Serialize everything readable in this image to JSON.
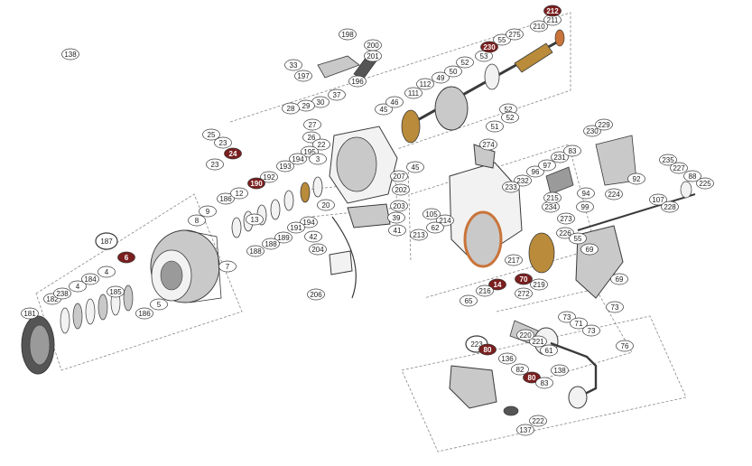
{
  "diagram": {
    "colors": {
      "line": "#3a3a3a",
      "leader": "#666666",
      "part_fill": "#f2f2f2",
      "part_shade": "#c9c9c9",
      "metal": "#9a9a9a",
      "dark_metal": "#555555",
      "gold": "#b98b3a",
      "orange": "#c9743a",
      "highlight_fill": "#7a1e1e",
      "dashed": "#888888"
    },
    "big_labels": [
      "187",
      "223"
    ],
    "highlighted_labels": [
      "212",
      "230",
      "24",
      "190",
      "6",
      "14",
      "70",
      "80",
      "80"
    ],
    "labels": [
      "198",
      "200",
      "201",
      "33",
      "197",
      "196",
      "37",
      "30",
      "29",
      "28",
      "27",
      "26",
      "25",
      "23",
      "24",
      "23",
      "22",
      "195",
      "194",
      "193",
      "192",
      "190",
      "194",
      "191",
      "189",
      "188",
      "186",
      "12",
      "13",
      "188",
      "20",
      "42",
      "39",
      "204",
      "41",
      "206",
      "203",
      "202",
      "207",
      "45",
      "45",
      "46",
      "111",
      "112",
      "49",
      "50",
      "52",
      "55",
      "53",
      "230",
      "275",
      "210",
      "211",
      "212",
      "52",
      "51",
      "52",
      "3",
      "8",
      "9",
      "7",
      "187",
      "6",
      "4",
      "184",
      "4",
      "185",
      "182",
      "238",
      "181",
      "5",
      "186",
      "274",
      "105",
      "214",
      "213",
      "62",
      "232",
      "233",
      "96",
      "97",
      "230",
      "229",
      "231",
      "83",
      "94",
      "99",
      "234",
      "215",
      "273",
      "235",
      "227",
      "88",
      "225",
      "224",
      "92",
      "107",
      "228",
      "226",
      "55",
      "69",
      "69",
      "73",
      "73",
      "73",
      "71",
      "219",
      "70",
      "272",
      "217",
      "14",
      "216",
      "65",
      "61",
      "221",
      "220",
      "76",
      "223",
      "80",
      "136",
      "82",
      "80",
      "83",
      "138",
      "222",
      "137",
      "138"
    ]
  }
}
